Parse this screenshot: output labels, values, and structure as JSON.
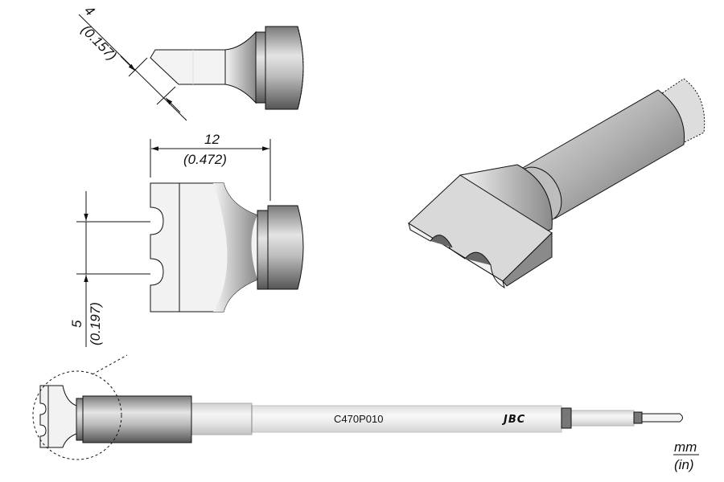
{
  "dimensions": {
    "chamfer": {
      "mm": "4",
      "in": "(0.157)"
    },
    "width": {
      "mm": "12",
      "in": "(0.472)"
    },
    "pitch": {
      "mm": "5",
      "in": "(0.197)"
    }
  },
  "tip": {
    "model": "C470P010",
    "brand": "JBC"
  },
  "units": {
    "primary": "mm",
    "secondary": "(in)"
  },
  "colors": {
    "outline": "#111111",
    "metal_light": "#f2f2f2",
    "metal_dark": "#6e6e6e"
  }
}
